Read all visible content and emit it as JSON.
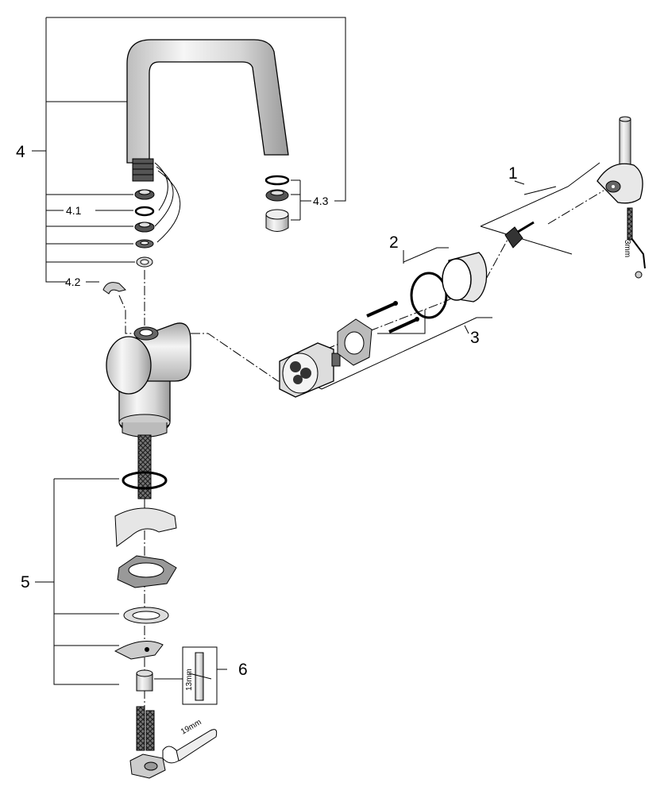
{
  "labels": {
    "part_1": "1",
    "part_2": "2",
    "part_3": "3",
    "part_4": "4",
    "part_4_1": "4.1",
    "part_4_2": "4.2",
    "part_4_3": "4.3",
    "part_5": "5",
    "part_6": "6",
    "tool_3mm": "3mm",
    "tool_13mm": "13mm",
    "tool_19mm": "19mm"
  }
}
